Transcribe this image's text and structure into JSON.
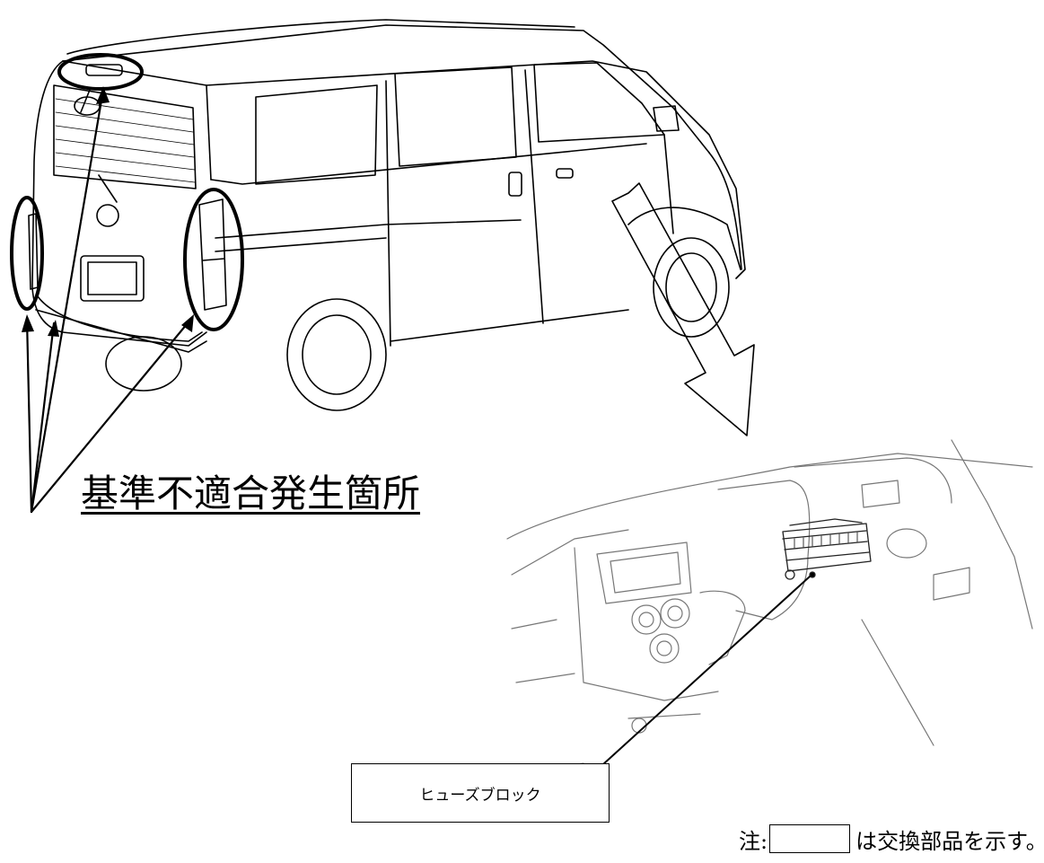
{
  "labels": {
    "nonconformity_locations": "基準不適合発生箇所",
    "fuse_block": "ヒューズブロック"
  },
  "note": {
    "prefix": "注:",
    "suffix": "は交換部品を示す。"
  }
}
